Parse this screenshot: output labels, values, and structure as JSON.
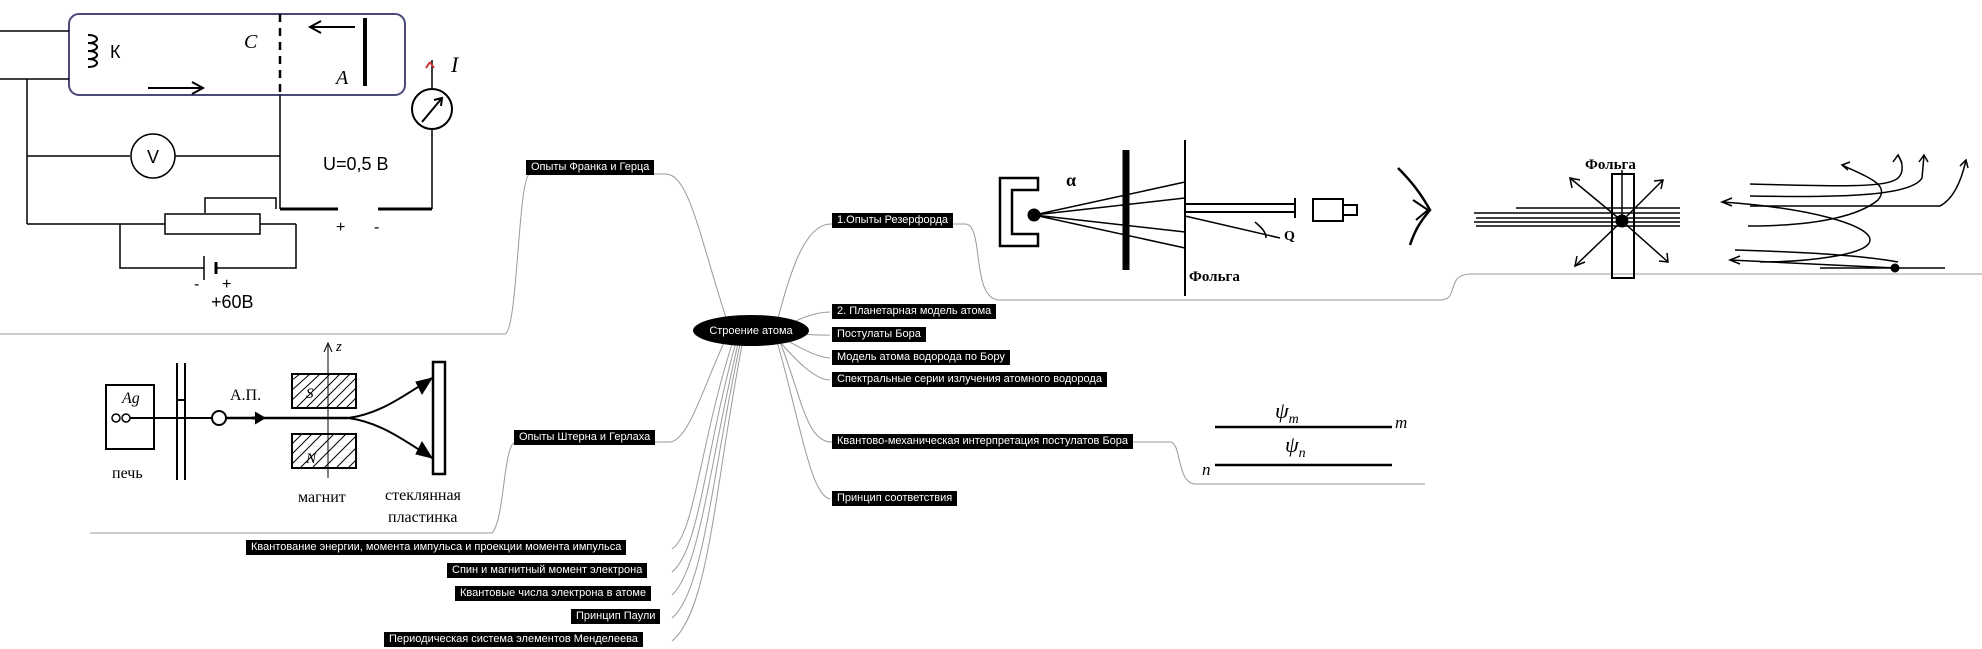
{
  "center": {
    "label": "Строение атома"
  },
  "nodes": {
    "franck_hertz": "Опыты Франка и Герца",
    "stern_gerlach": "Опыты Штерна и Герлаха",
    "quantization": "Квантование энергии, момента импульса и проекции момента импульса",
    "spin": "Спин и магнитный момент электрона",
    "quantum_numbers": "Квантовые числа электрона в атоме",
    "pauli": "Принцип Паули",
    "periodic": "Периодическая система элементов Менделеева",
    "rutherford": "1.Опыты Резерфорда",
    "planetary": "2. Планетарная модель атома",
    "postulates": "Постулаты Бора",
    "hydrogen_model": "Модель атома водорода по Бору",
    "spectral": "Спектральные серии излучения атомного водорода",
    "qm_interpretation": "Квантово-механическая интерпретация постулатов Бора",
    "correspondence": "Принцип соответствия"
  },
  "franck_hertz_figure": {
    "k": "К",
    "c": "C",
    "a": "A",
    "i": "I",
    "v": "V",
    "u": "U=0,5 В",
    "plus": "+",
    "minus": "-",
    "batt_minus": "-",
    "batt_plus": "+",
    "emf": "+60В"
  },
  "stern_figure": {
    "ag": "Ag",
    "ap": "А.П.",
    "z": "z",
    "s": "S",
    "n": "N",
    "oven": "печь",
    "magnet": "магнит",
    "plate_1": "стеклянная",
    "plate_2": "пластинка"
  },
  "rutherford_figure": {
    "alpha": "α",
    "q": "Q",
    "foil": "Фольга",
    "foil_top": "Фольга"
  },
  "bohr_levels": {
    "psi_m": "ψ",
    "sub_m": "m",
    "m": "m",
    "psi_n": "ψ",
    "sub_n": "n",
    "n": "n"
  }
}
